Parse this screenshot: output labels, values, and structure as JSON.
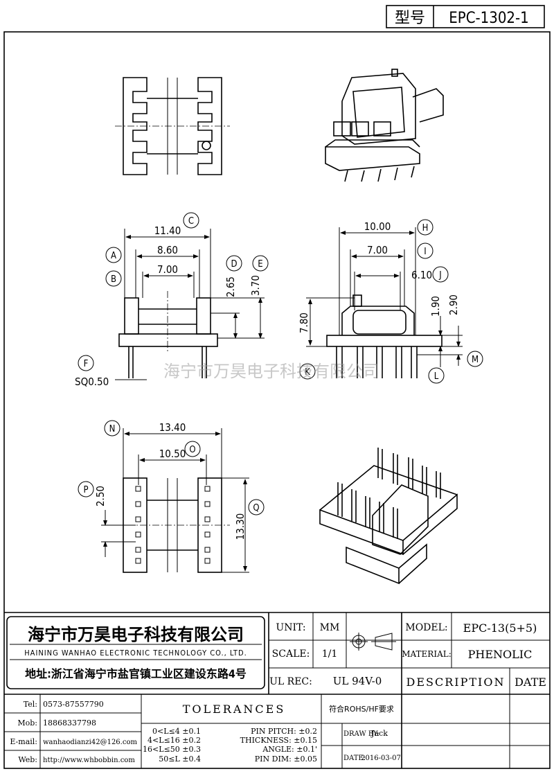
{
  "header": {
    "type_label": "型号",
    "part_number": "EPC-1302-1"
  },
  "dims": {
    "d_11_40": "11.40",
    "d_8_60": "8.60",
    "d_7_00_left": "7.00",
    "d_2_65": "2.65",
    "d_3_70": "3.70",
    "sq": "SQ0.50",
    "d_10_00": "10.00",
    "d_7_00_right": "7.00",
    "d_6_10": "6.10",
    "d_7_80": "7.80",
    "d_1_90": "1.90",
    "d_2_90": "2.90",
    "d_13_40": "13.40",
    "d_10_50": "10.50",
    "d_2_50": "2.50",
    "d_13_30": "13.30"
  },
  "callouts": {
    "A": "A",
    "B": "B",
    "C": "C",
    "D": "D",
    "E": "E",
    "F": "F",
    "H": "H",
    "I": "I",
    "J": "J",
    "K": "K",
    "L": "L",
    "M": "M",
    "N": "N",
    "O": "O",
    "P": "P",
    "Q": "Q"
  },
  "watermark": "海宁市万昊电子科技有限公司",
  "title_block": {
    "company_cn": "海宁市万昊电子科技有限公司",
    "company_en": "HAINING WANHAO ELECTRONIC TECHNOLOGY CO., LTD.",
    "address": "地址:浙江省海宁市盐官镇工业区建设东路4号",
    "unit_label": "UNIT:",
    "unit_value": "MM",
    "scale_label": "SCALE:",
    "scale_value": "1/1",
    "ulrec_label": "UL REC:",
    "ulrec_value": "UL 94V-0",
    "model_label": "MODEL:",
    "model_value": "EPC-13(5+5)",
    "material_label": "MATERIAL:",
    "material_value": "PHENOLIC",
    "description_label": "DESCRIPTION",
    "date_label": "DATE",
    "tel_label": "Tel:",
    "tel_value": "0573-87557790",
    "mob_label": "Mob:",
    "mob_value": "18868337798",
    "email_label": "E-mail:",
    "email_value": "wanhaodianzi42@126.com",
    "web_label": "Web:",
    "web_value": "http://www.whbobbin.com",
    "tolerances_label": "TOLERANCES",
    "tol_lines": [
      "0<L≤4 ±0.1",
      "4<L≤16 ±0.2",
      "16<L≤50 ±0.3",
      "50≤L ±0.4"
    ],
    "pin_lines": [
      "PIN PITCH: ±0.2",
      "THICKNESS: ±0.15",
      "ANGLE: ±0.1'",
      "PIN DIM: ±0.05"
    ],
    "rohs": "符合ROHS/HF要求",
    "draw_by_label": "DRAW BY:",
    "draw_by_value": "Jack",
    "date_label2": "DATE:",
    "date_value": "2016-03-07"
  }
}
